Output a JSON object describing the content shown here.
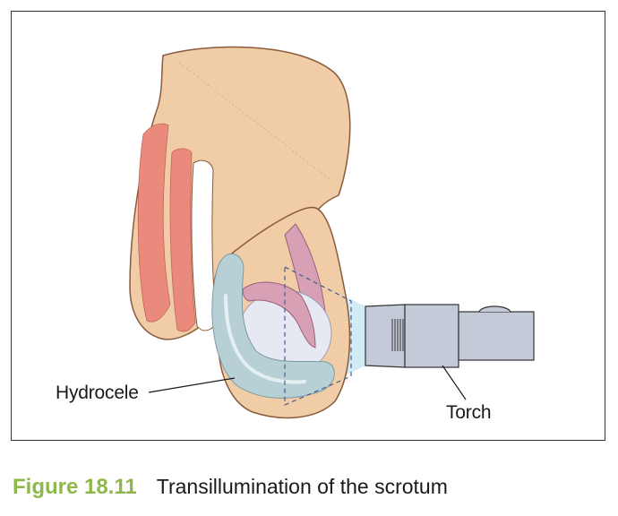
{
  "labels": {
    "hydrocele": "Hydrocele",
    "torch": "Torch"
  },
  "caption": {
    "number": "Figure 18.11",
    "text": "Transillumination of the scrotum"
  },
  "colors": {
    "skin": "#f0cda7",
    "skin_outline": "#8a5a3c",
    "muscle": "#e98a7c",
    "cord": "#d7a0b5",
    "hydrocele_fluid": "#b7d0d6",
    "testis": "#e6e8f2",
    "torch_body": "#c5cad8",
    "light_beam": "#c9e9f3",
    "caption_accent": "#8fb84a"
  },
  "icons": [
    "torch-icon"
  ]
}
